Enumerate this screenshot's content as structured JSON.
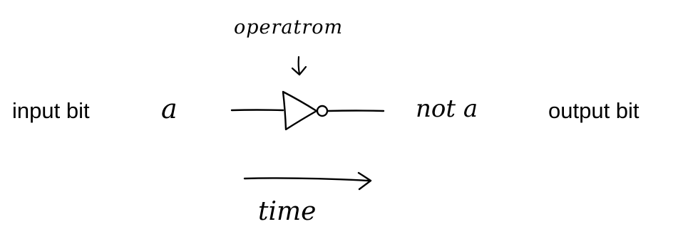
{
  "labels": {
    "input": "input bit",
    "output": "output bit",
    "input_var": "a",
    "output_var": "not a",
    "operation": "operatrom",
    "time": "time"
  },
  "icons": {
    "gate": "not-gate-icon",
    "operation_arrow": "arrow-down-icon",
    "time_arrow": "arrow-right-icon"
  },
  "colors": {
    "ink": "#000000",
    "background": "#ffffff"
  }
}
